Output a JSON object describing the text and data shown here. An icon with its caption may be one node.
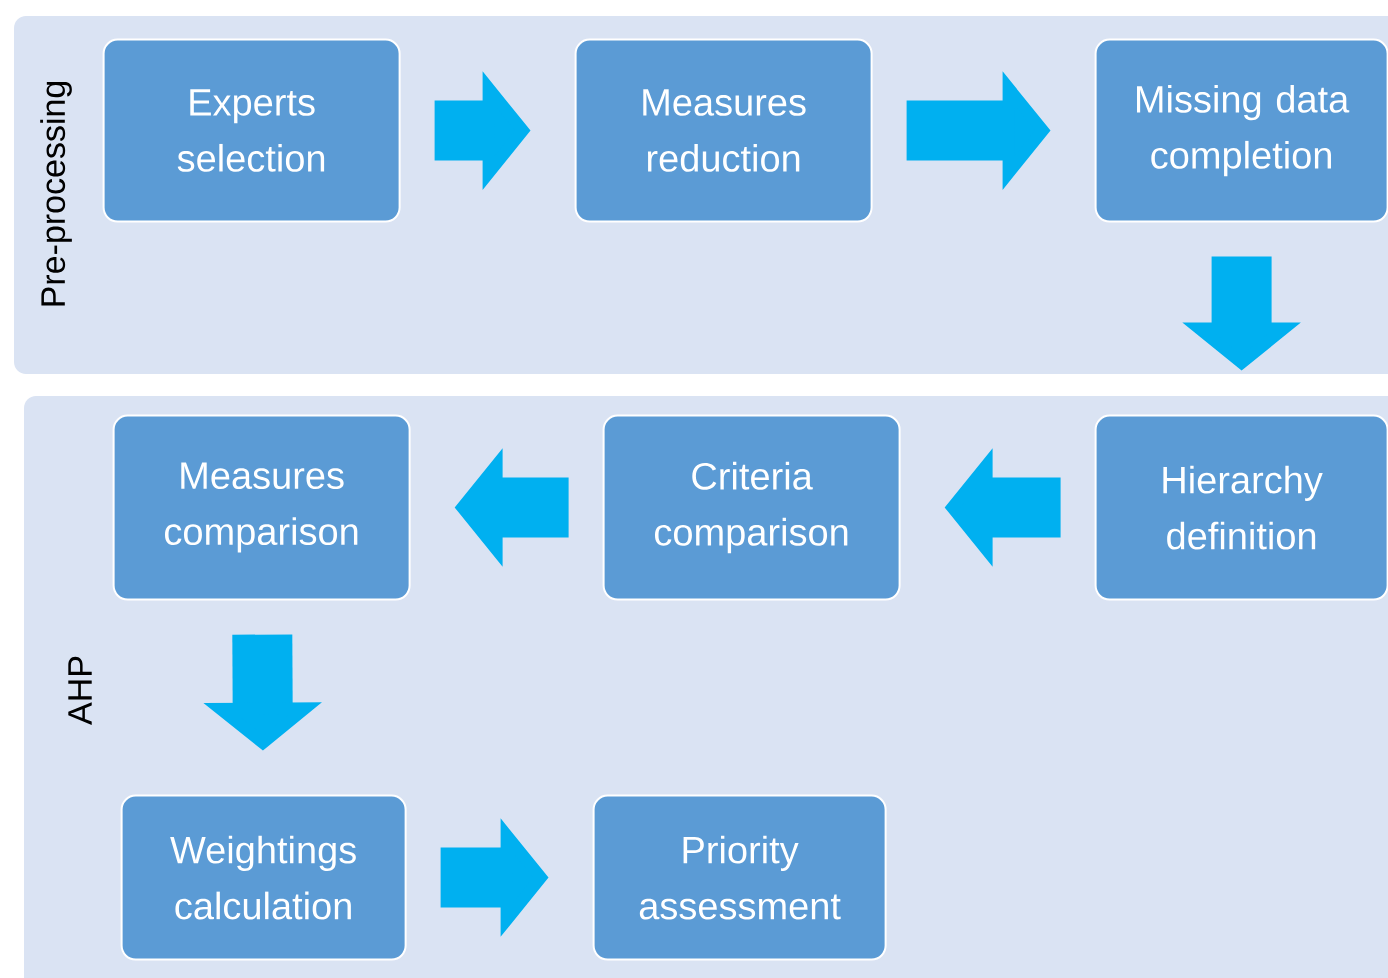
{
  "diagram": {
    "nodes": [
      {
        "text": [
          "Pre-processing"
        ]
      },
      {
        "text": [
          "Experts selection"
        ],
        "in": 0
      },
      {
        "text": [
          "Measures reduction"
        ],
        "in": 0
      },
      {
        "text": [
          "Missing data completion"
        ],
        "in": 0
      },
      {
        "text": [
          "AHP"
        ]
      },
      {
        "text": [
          "Measures comparison"
        ],
        "in": 4
      },
      {
        "text": [
          "Criteria comparison"
        ],
        "in": 4
      },
      {
        "text": [
          "Hierarchy definition"
        ],
        "in": 4
      },
      {
        "text": [
          "Weightings calculation"
        ],
        "in": 4
      },
      {
        "text": [
          "Priority assessment"
        ],
        "in": 4
      }
    ],
    "edges": [
      {
        "from": 1,
        "to": 2,
        "arrow": "to"
      },
      {
        "from": 2,
        "to": 3,
        "arrow": "to"
      },
      {
        "from": 3,
        "to": 7,
        "arrow": "to"
      },
      {
        "from": 7,
        "to": 6,
        "arrow": "to"
      },
      {
        "from": 6,
        "to": 5,
        "arrow": "to"
      },
      {
        "from": 5,
        "to": 8,
        "arrow": "to"
      },
      {
        "from": 8,
        "to": 9,
        "arrow": "to"
      }
    ]
  }
}
